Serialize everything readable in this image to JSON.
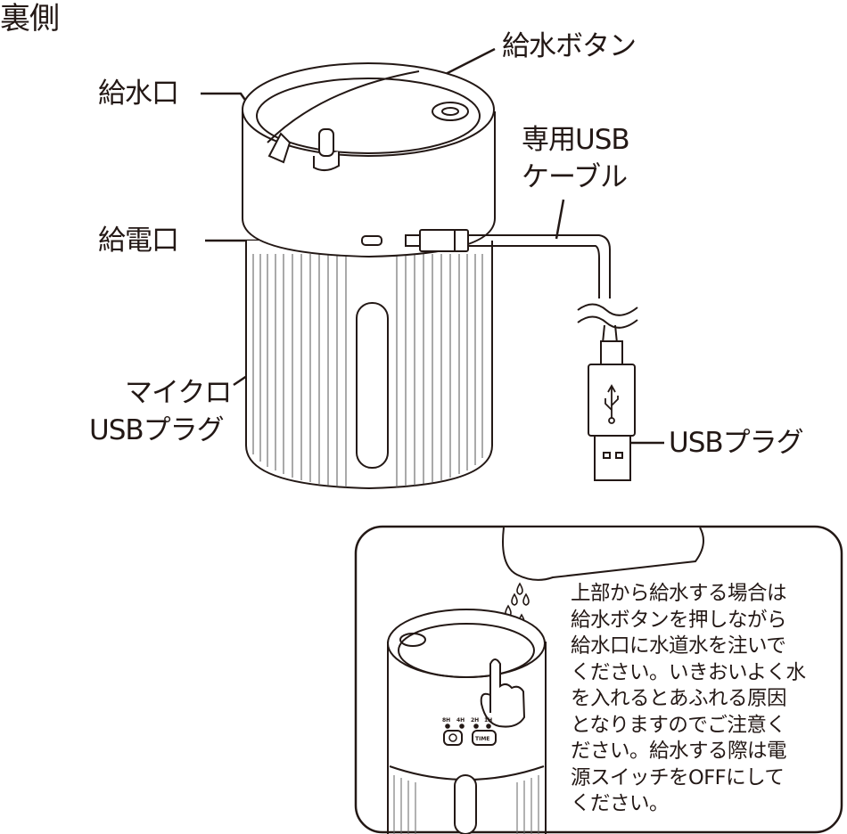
{
  "title": "裏側",
  "labels": {
    "water_button": "給水ボタン",
    "water_inlet": "給水口",
    "cable_line1": "専用USB",
    "cable_line2": "ケーブル",
    "power_port": "給電口",
    "micro_usb_line1": "マイクロ",
    "micro_usb_line2": "USBプラグ",
    "usb_plug": "USBプラグ"
  },
  "inset": {
    "note_lines": [
      "上部から給水する場合は",
      "給水ボタンを押しながら",
      "給水口に水道水を注いで",
      "ください。いきおいよく水",
      "を入れるとあふれる原因",
      "となりますのでご注意く",
      "ださい。給水する際は電",
      "源スイッチをOFFにして",
      "ください。"
    ],
    "timer_labels": [
      "8H",
      "4H",
      "2H",
      "1H"
    ],
    "time_button": "TIME"
  }
}
